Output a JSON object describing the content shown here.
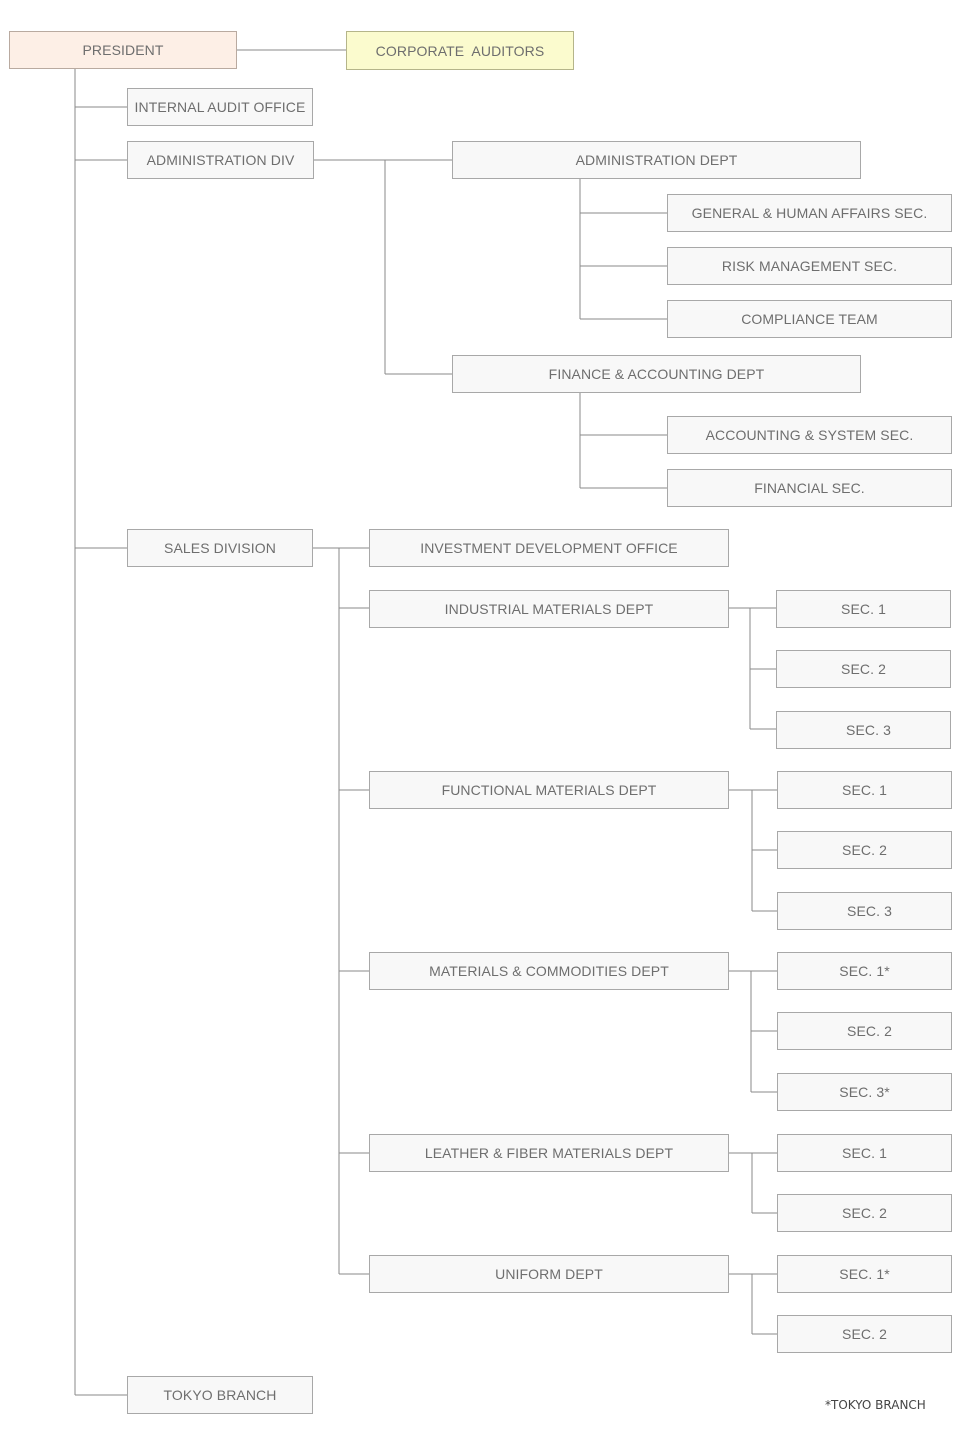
{
  "president": "PRESIDENT",
  "corporate_auditors": "CORPORATE  AUDITORS",
  "internal_audit_office": "INTERNAL AUDIT OFFICE",
  "administration_div": {
    "label": "ADMINISTRATION DIV",
    "administration_dept": {
      "label": "ADMINISTRATION DEPT",
      "sections": [
        "GENERAL & HUMAN AFFAIRS SEC.",
        "RISK MANAGEMENT SEC.",
        "COMPLIANCE TEAM"
      ]
    },
    "finance_dept": {
      "label": "FINANCE & ACCOUNTING DEPT",
      "sections": [
        "ACCOUNTING & SYSTEM SEC.",
        "FINANCIAL SEC."
      ]
    }
  },
  "sales_division": {
    "label": "SALES DIVISION",
    "investment_office": "INVESTMENT DEVELOPMENT OFFICE",
    "industrial": {
      "label": "INDUSTRIAL MATERIALS DEPT",
      "sections": [
        "SEC. 1",
        "SEC. 2",
        "SEC. 3"
      ]
    },
    "functional": {
      "label": "FUNCTIONAL MATERIALS DEPT",
      "sections": [
        "SEC. 1",
        "SEC. 2",
        "SEC. 3"
      ]
    },
    "materials": {
      "label": "MATERIALS & COMMODITIES DEPT",
      "sections": [
        "SEC. 1*",
        "SEC. 2",
        "SEC. 3*"
      ]
    },
    "leather": {
      "label": "LEATHER & FIBER MATERIALS DEPT",
      "sections": [
        "SEC. 1",
        "SEC. 2"
      ]
    },
    "uniform": {
      "label": "UNIFORM DEPT",
      "sections": [
        "SEC. 1*",
        "SEC. 2"
      ]
    }
  },
  "tokyo_branch": "TOKYO BRANCH",
  "footnote": "*TOKYO BRANCH",
  "colors": {
    "line": "#8a8a8a",
    "box_border": "#a8a8a8",
    "box_fill": "#f8f8f8",
    "president_fill": "#fdefe6",
    "auditors_fill": "#fbfbce",
    "text": "#6e6e6e"
  }
}
